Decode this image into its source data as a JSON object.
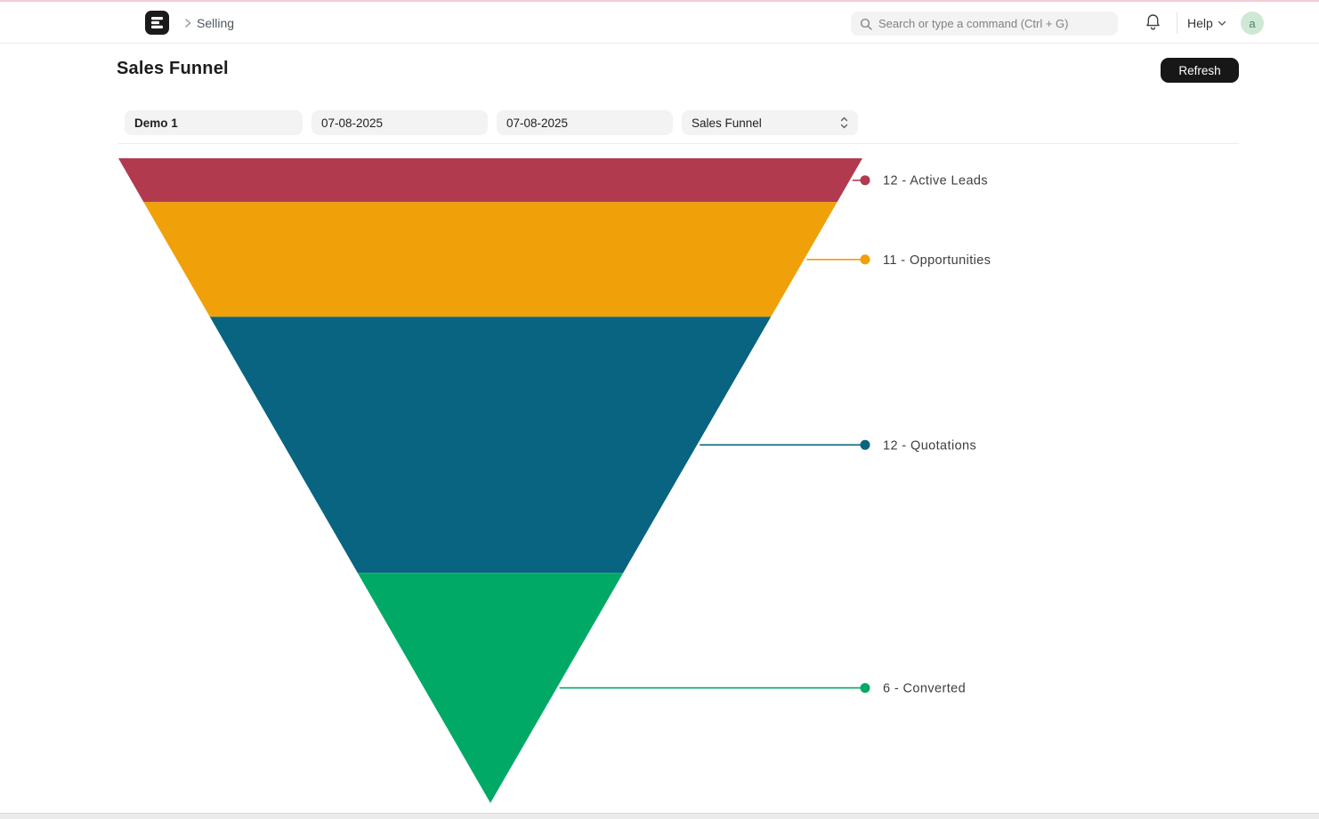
{
  "navbar": {
    "breadcrumb": "Selling",
    "search_placeholder": "Search or type a command (Ctrl + G)",
    "help_label": "Help",
    "avatar_letter": "a"
  },
  "header": {
    "title": "Sales Funnel",
    "refresh_label": "Refresh"
  },
  "filters": {
    "company": "Demo 1",
    "from_date": "07-08-2025",
    "to_date": "07-08-2025",
    "chart_type": "Sales Funnel"
  },
  "chart_data": {
    "type": "funnel",
    "title": "Sales Funnel",
    "legend_position": "right",
    "stages": [
      {
        "name": "Active Leads",
        "value": 12,
        "label": "12 - Active Leads",
        "color": "#b13a4f",
        "height_fraction": 0.068
      },
      {
        "name": "Opportunities",
        "value": 11,
        "label": "11 - Opportunities",
        "color": "#f0a009",
        "height_fraction": 0.178
      },
      {
        "name": "Quotations",
        "value": 12,
        "label": "12 - Quotations",
        "color": "#086480",
        "height_fraction": 0.397
      },
      {
        "name": "Converted",
        "value": 6,
        "label": "6 - Converted",
        "color": "#00a966",
        "height_fraction": 0.357
      }
    ],
    "label_color": "#3e3e3e"
  }
}
